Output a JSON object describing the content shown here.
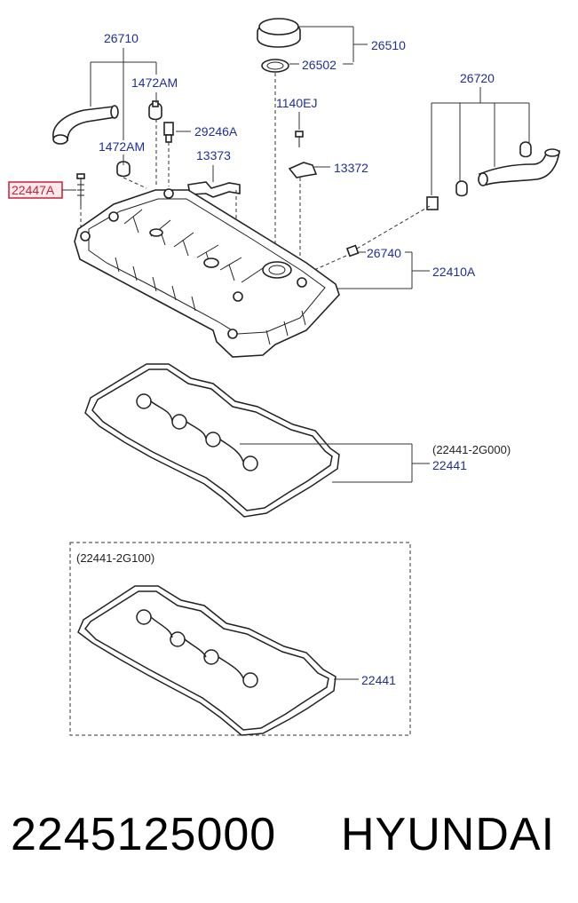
{
  "labels": {
    "l26710": "26710",
    "l1472am_top": "1472AM",
    "l1472am_bottom": "1472AM",
    "l29246a": "29246A",
    "l13373": "13373",
    "l22447a": "22447A",
    "l26510": "26510",
    "l26502": "26502",
    "l1140ej": "1140EJ",
    "l13372": "13372",
    "l26720": "26720",
    "l26740": "26740",
    "l22410a": "22410A",
    "l22441_2g000": "(22441-2G000)",
    "l22441_a": "22441",
    "l22441_2g100": "(22441-2G100)",
    "l22441_b": "22441"
  },
  "footer": {
    "part_number": "2245125000",
    "brand": "HYUNDAI"
  },
  "colors": {
    "label_blue": "#1f2f9a",
    "highlight_border": "#c6203a",
    "highlight_fill": "#fde8ec"
  }
}
